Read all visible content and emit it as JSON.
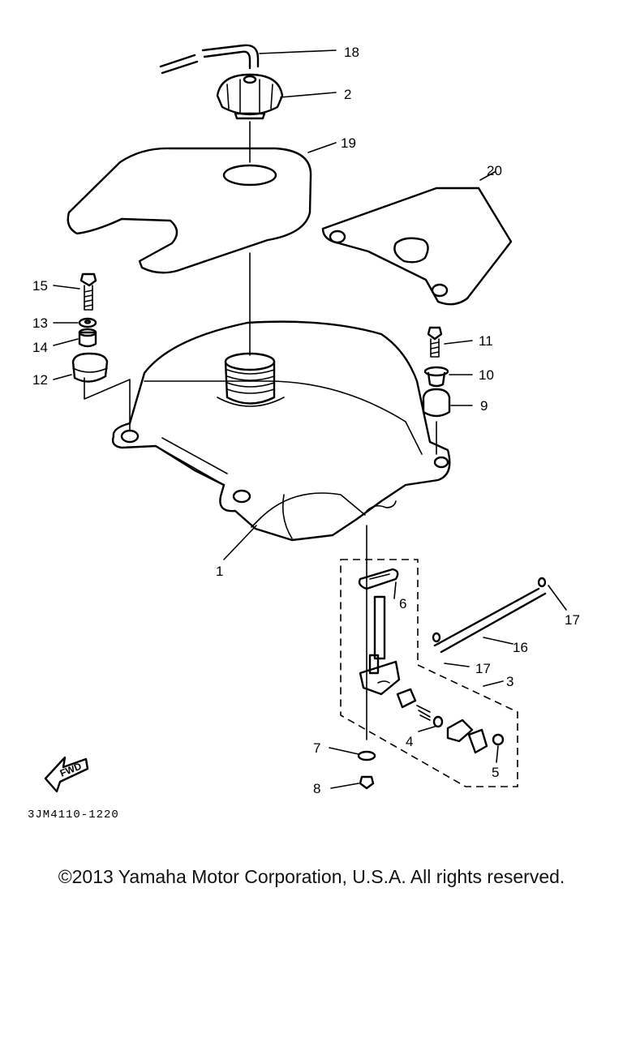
{
  "diagram": {
    "part_labels": [
      "1",
      "2",
      "3",
      "4",
      "5",
      "6",
      "7",
      "8",
      "9",
      "10",
      "11",
      "12",
      "13",
      "14",
      "15",
      "16",
      "17",
      "17",
      "18",
      "19",
      "20"
    ],
    "drawing_code": "3JM4110-1220",
    "fwd_label": "FWD"
  },
  "footer": {
    "copyright": "©2013 Yamaha Motor Corporation, U.S.A. All rights reserved."
  }
}
